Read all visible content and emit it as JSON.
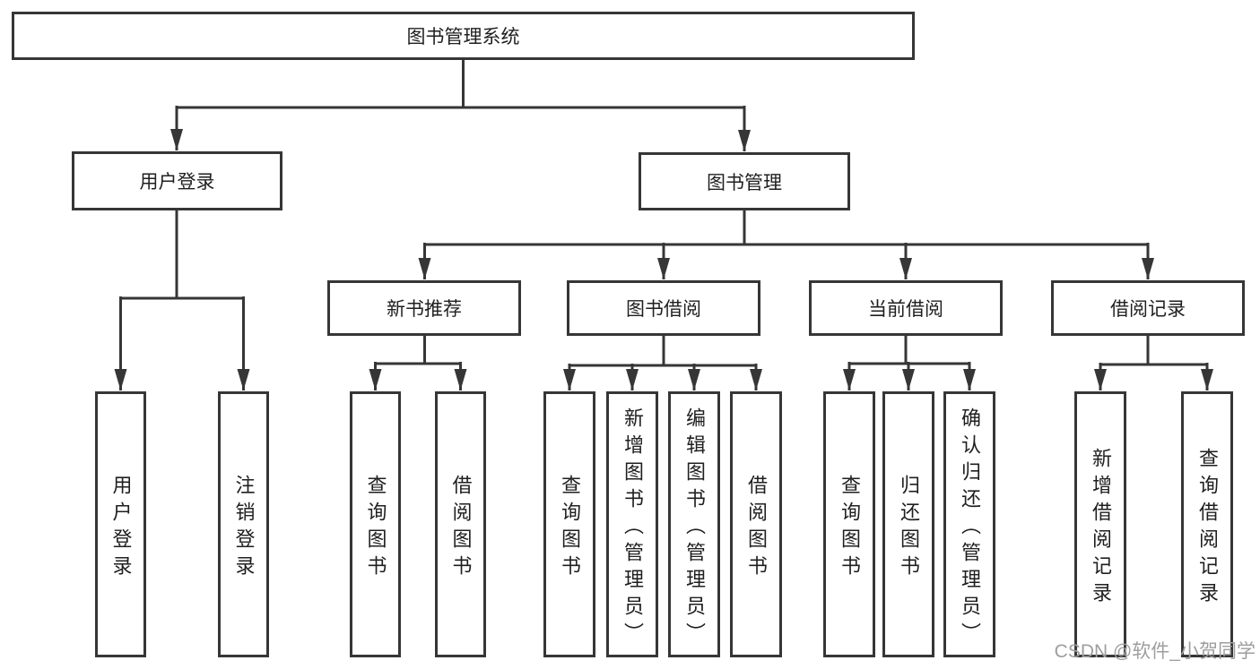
{
  "colors": {
    "background": "#ffffff",
    "line": "#363636",
    "box_border": "#363636",
    "text": "#1f1f1f",
    "watermark_text": "#9e9e9e"
  },
  "tree": {
    "label": "图书管理系统",
    "children": [
      {
        "label": "用户登录",
        "children": [
          {
            "label": "用户登录"
          },
          {
            "label": "注销登录"
          }
        ]
      },
      {
        "label": "图书管理",
        "children": [
          {
            "label": "新书推荐",
            "children": [
              {
                "label": "查询图书"
              },
              {
                "label": "借阅图书"
              }
            ]
          },
          {
            "label": "图书借阅",
            "children": [
              {
                "label": "查询图书"
              },
              {
                "label": "新增图书（管理员）"
              },
              {
                "label": "编辑图书（管理员）"
              },
              {
                "label": "借阅图书"
              }
            ]
          },
          {
            "label": "当前借阅",
            "children": [
              {
                "label": "查询图书"
              },
              {
                "label": "归还图书"
              },
              {
                "label": "确认归还（管理员）"
              }
            ]
          },
          {
            "label": "借阅记录",
            "children": [
              {
                "label": "新增借阅记录"
              },
              {
                "label": "查询借阅记录"
              }
            ]
          }
        ]
      }
    ]
  },
  "watermark": {
    "text": "CSDN @软件_小贺同学"
  }
}
